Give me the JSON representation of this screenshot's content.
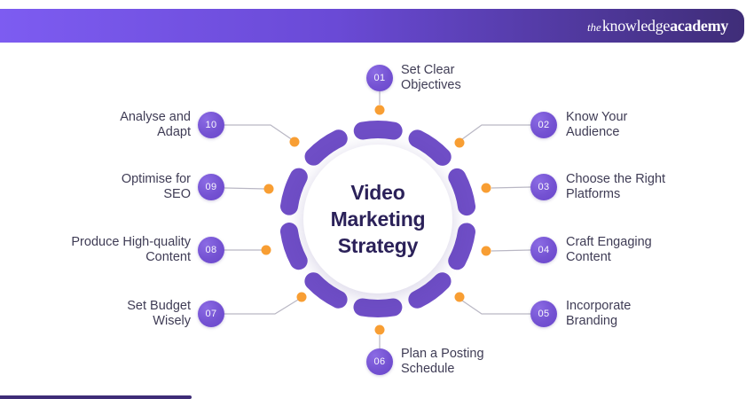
{
  "header": {
    "logo": {
      "prefix": "the",
      "mid": "knowledge",
      "suffix": "academy"
    }
  },
  "center": {
    "title_lines": [
      "Video",
      "Marketing",
      "Strategy"
    ]
  },
  "items": [
    {
      "number": "01",
      "line1": "Set Clear",
      "line2": "Objectives"
    },
    {
      "number": "02",
      "line1": "Know Your",
      "line2": "Audience"
    },
    {
      "number": "03",
      "line1": "Choose the Right",
      "line2": "Platforms"
    },
    {
      "number": "04",
      "line1": "Craft Engaging",
      "line2": "Content"
    },
    {
      "number": "05",
      "line1": "Incorporate",
      "line2": "Branding"
    },
    {
      "number": "06",
      "line1": "Plan a Posting",
      "line2": "Schedule"
    },
    {
      "number": "07",
      "line1": "Set Budget",
      "line2": "Wisely"
    },
    {
      "number": "08",
      "line1": "Produce High-quality",
      "line2": "Content"
    },
    {
      "number": "09",
      "line1": "Optimise for",
      "line2": "SEO"
    },
    {
      "number": "10",
      "line1": "Analyse and",
      "line2": "Adapt"
    }
  ],
  "colors": {
    "ring_purple": "#6f4ec6",
    "badge_purple": "#7452d2",
    "dot_orange": "#f89e33",
    "connector_gray": "#b9b7c4",
    "title_navy": "#2b2159",
    "label_text": "#3f3c55",
    "header_gradient_start": "#7d5cf1",
    "header_gradient_end": "#3f2d78"
  }
}
